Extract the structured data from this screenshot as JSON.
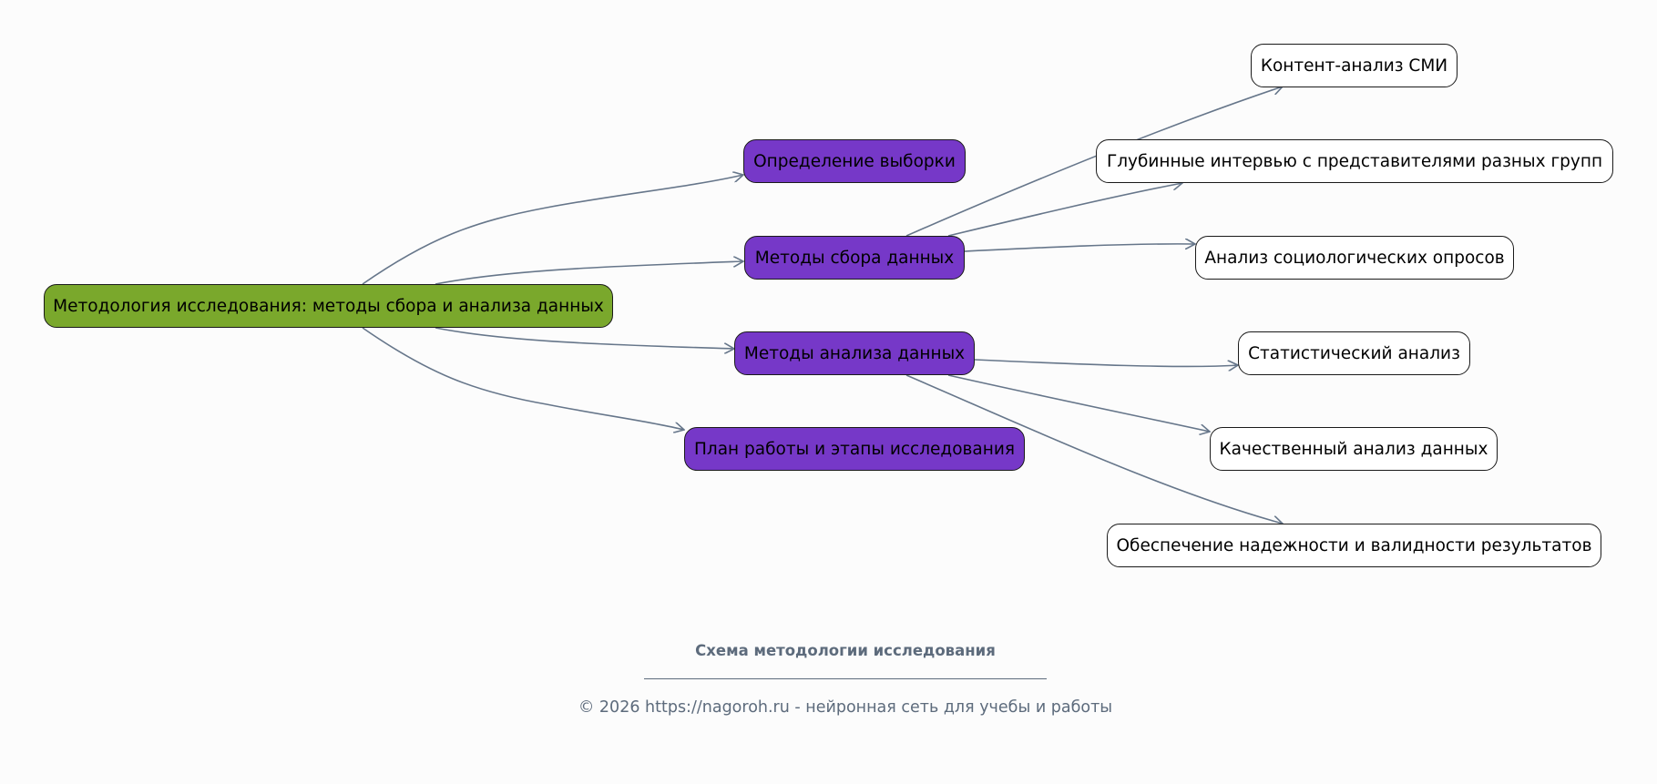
{
  "diagram": {
    "type": "mind-map",
    "root": {
      "id": "root",
      "label": "Методология исследования: методы сбора и анализа данных",
      "color": "#7aa82c"
    },
    "branches": [
      {
        "id": "b1",
        "label": "Определение выборки",
        "color": "#7638c8"
      },
      {
        "id": "b2",
        "label": "Методы сбора данных",
        "color": "#7638c8"
      },
      {
        "id": "b3",
        "label": "Методы анализа данных",
        "color": "#7638c8"
      },
      {
        "id": "b4",
        "label": "План работы и этапы исследования",
        "color": "#7638c8"
      }
    ],
    "leaves": [
      {
        "id": "l1",
        "parent": "b2",
        "label": "Контент-анализ СМИ"
      },
      {
        "id": "l2",
        "parent": "b2",
        "label": "Глубинные интервью с представителями разных групп"
      },
      {
        "id": "l3",
        "parent": "b2",
        "label": "Анализ социологических опросов"
      },
      {
        "id": "l4",
        "parent": "b3",
        "label": "Статистический анализ"
      },
      {
        "id": "l5",
        "parent": "b3",
        "label": "Качественный анализ данных"
      },
      {
        "id": "l6",
        "parent": "b3",
        "label": "Обеспечение надежности и валидности результатов"
      }
    ],
    "edges": [
      {
        "from": "root",
        "to": "b1"
      },
      {
        "from": "root",
        "to": "b2"
      },
      {
        "from": "root",
        "to": "b3"
      },
      {
        "from": "root",
        "to": "b4"
      },
      {
        "from": "b2",
        "to": "l1"
      },
      {
        "from": "b2",
        "to": "l2"
      },
      {
        "from": "b2",
        "to": "l3"
      },
      {
        "from": "b3",
        "to": "l4"
      },
      {
        "from": "b3",
        "to": "l5"
      },
      {
        "from": "b3",
        "to": "l6"
      }
    ],
    "edge_color": "#66768a"
  },
  "footer": {
    "title": "Схема методологии исследования",
    "copyright": "© 2026 https://nagoroh.ru - нейронная сеть для учебы и работы"
  }
}
